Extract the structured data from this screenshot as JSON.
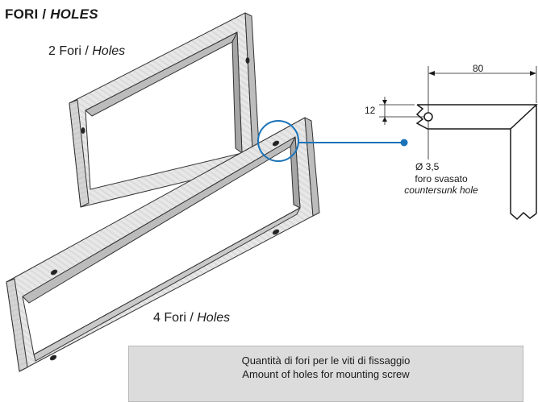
{
  "title": {
    "it": "FORI",
    "sep": " / ",
    "en": "HOLES"
  },
  "frame_small": {
    "it": "2 Fori",
    "sep": " / ",
    "en": "Holes"
  },
  "frame_large": {
    "it": "4 Fori",
    "sep": " / ",
    "en": "Holes"
  },
  "detail": {
    "dim_width": "80",
    "dim_offset": "12",
    "diameter": "Ø 3,5",
    "hole_it": "foro svasato",
    "hole_en": "countersunk hole"
  },
  "note": {
    "line1": "Quantità di fori per le viti di fissaggio",
    "line2": "Amount of holes for mounting screw"
  },
  "colors": {
    "frame_light": "#e6e6e6",
    "frame_mid": "#cfcfcf",
    "frame_dark": "#a9a9a9",
    "highlight": "#1a73b8",
    "note_bg": "#dcdcdc"
  }
}
